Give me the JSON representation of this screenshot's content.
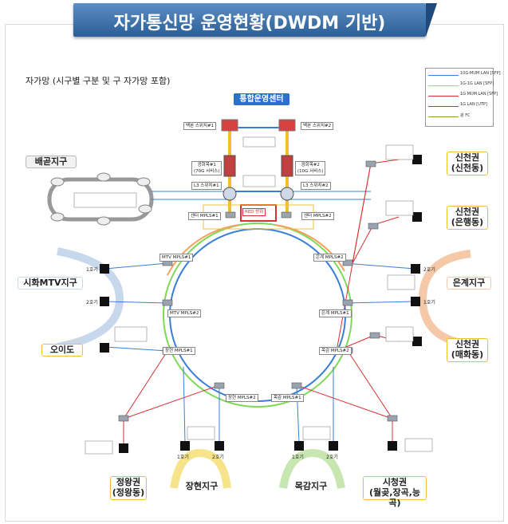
{
  "header": {
    "title": "자가통신망 운영현황(DWDM 기반)"
  },
  "caption": "자가망 (시구별 구분 및 구 자가망 포함)",
  "center": {
    "title": "통합운영센터"
  },
  "legend": {
    "items": [
      {
        "label": "10G-MUM LAN [SFP]",
        "color": "#3a7fd5"
      },
      {
        "label": "1G-1G LAN [SFP]",
        "color": "#f0c030"
      },
      {
        "label": "1G MUM LAN [SFP]",
        "color": "#d93030"
      },
      {
        "label": "1G LAN [UTP]",
        "color": "#7a4a9a"
      },
      {
        "label": "광 FC",
        "color": "#8a9a30"
      }
    ]
  },
  "regions": {
    "baegot": "배곧지구",
    "siwha_mtv": "시화MTV지구",
    "oido": "오이도",
    "sincheon_sincheon": "신천권\n(신천동)",
    "sincheon_eunhaeng": "신천권\n(은행동)",
    "eungye": "은계지구",
    "sincheon_maehwa": "신천권\n(매화동)",
    "jeongwang": "정왕권\n(정왕동)",
    "janghyeon": "장현지구",
    "mokgam": "목감지구",
    "sicheong": "시청권\n(월곶,장곡,능곡)"
  },
  "nodes": {
    "backbone_sw1": "백본 스위치#1",
    "backbone_sw2": "백본 스위치#2",
    "nm1": "광회목#1\n(70G 서비스)",
    "nm2": "광회목#2\n(10G 서비스)",
    "l3_sw1": "L3 스위치#1",
    "l3_sw2": "L3 스위치#2",
    "center_mpls1": "센터 MPLS#1",
    "center_mpls2": "센터 MPLS#2",
    "mtv_mpls1": "MTV MPLS#1",
    "mtv_mpls2": "MTV MPLS#2",
    "jh_mpls1": "장현 MPLS#1",
    "jh_mpls2": "장현 MPLS#2",
    "mg_mpls1": "목감 MPLS#1",
    "mg_mpls2": "목감 MPLS#2",
    "eg_mpls1": "은계 MPLS#1",
    "eg_mpls2": "은계 MPLS#2",
    "red_box": "RED 방화"
  },
  "unit_labels": {
    "mtv_1": "1호기",
    "mtv_2": "2호기",
    "jh_1": "1호기",
    "jh_2": "2호기",
    "mg_1": "1호기",
    "mg_2": "2호기",
    "eg_1": "2호기",
    "eg_2": "1호기"
  }
}
